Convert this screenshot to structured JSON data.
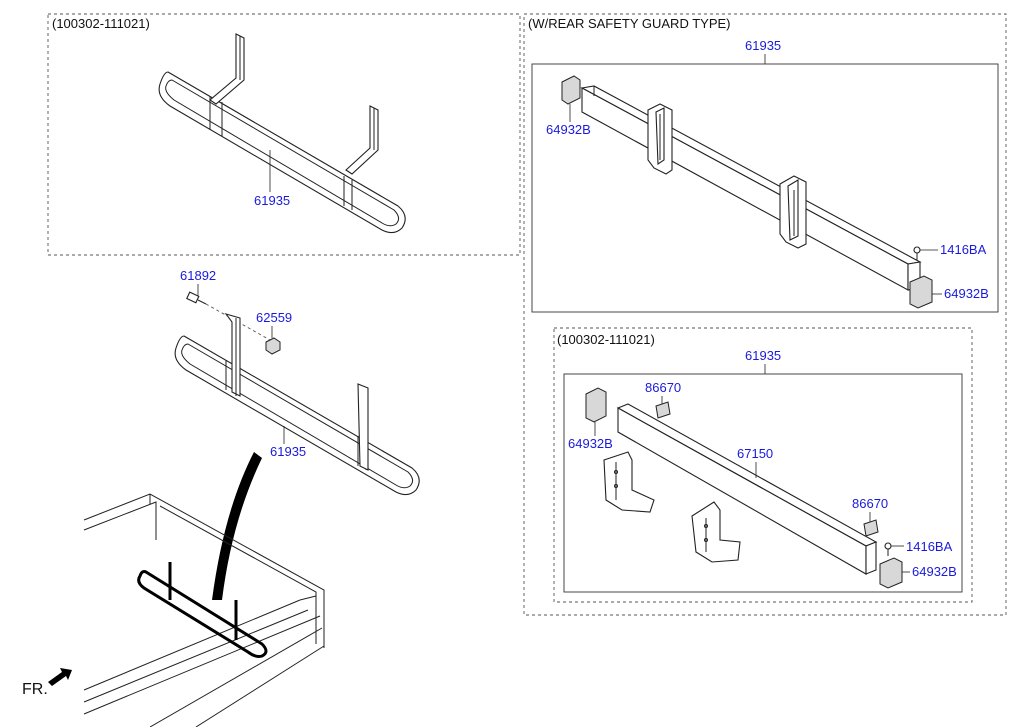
{
  "sections": {
    "top_left_header": "(100302-111021)",
    "right_top_header": "(W/REAR SAFETY GUARD TYPE)",
    "right_bottom_header": "(100302-111021)"
  },
  "labels": {
    "tl_61935": "61935",
    "ml_61892": "61892",
    "ml_62559": "62559",
    "ml_61935": "61935",
    "rt_61935": "61935",
    "rt_64932b_left": "64932B",
    "rt_1416ba": "1416BA",
    "rt_64932b_right": "64932B",
    "rb_61935": "61935",
    "rb_86670_top": "86670",
    "rb_64932b_left": "64932B",
    "rb_67150": "67150",
    "rb_86670_right": "86670",
    "rb_1416ba": "1416BA",
    "rb_64932b_right": "64932B"
  },
  "direction_label": "FR.",
  "colors": {
    "label_blue": "#1a1adc",
    "line": "#222222",
    "background": "#ffffff"
  }
}
